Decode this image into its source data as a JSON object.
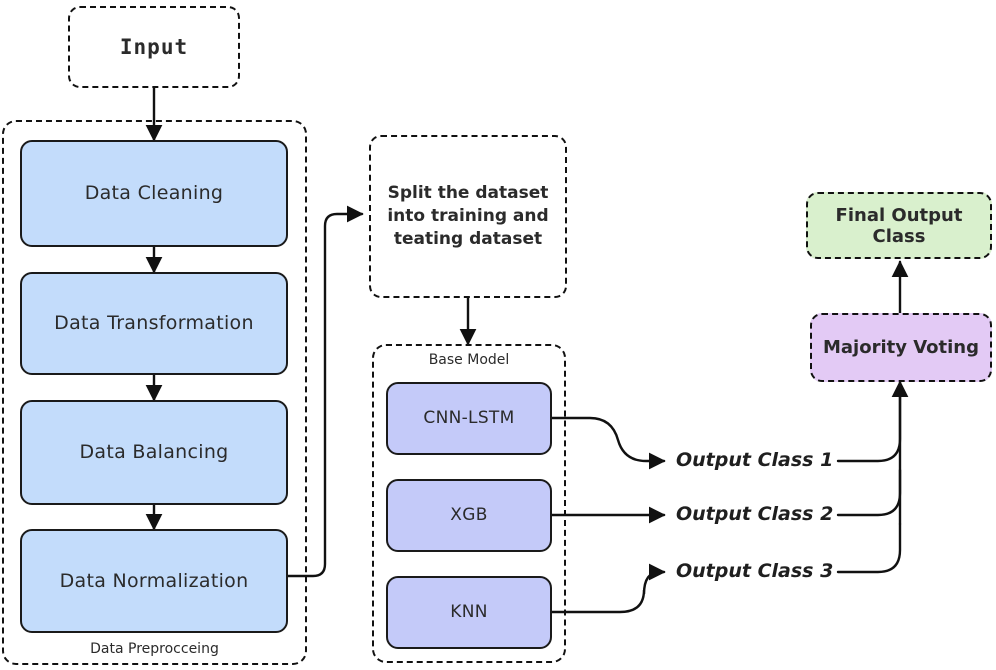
{
  "diagram": {
    "title": "Machine Learning Ensemble Pipeline Flowchart",
    "colors": {
      "process_blue": "#c3dcfb",
      "model_periwinkle": "#c4caf9",
      "final_green": "#d9f0cd",
      "voting_purple": "#e3caf5",
      "stroke": "#111111",
      "background": "#ffffff"
    }
  },
  "input": {
    "label": "Input"
  },
  "preprocessing": {
    "caption": "Data Preprocceing",
    "steps": [
      {
        "label": "Data Cleaning"
      },
      {
        "label": "Data Transformation"
      },
      {
        "label": "Data Balancing"
      },
      {
        "label": "Data Normalization"
      }
    ]
  },
  "split": {
    "line1": "Split the dataset",
    "line2": "into training and",
    "line3": "teating dataset"
  },
  "base_model": {
    "caption": "Base Model",
    "models": [
      {
        "label": "CNN-LSTM"
      },
      {
        "label": "XGB"
      },
      {
        "label": "KNN"
      }
    ]
  },
  "outputs": [
    {
      "label": "Output Class 1"
    },
    {
      "label": "Output Class 2"
    },
    {
      "label": "Output Class 3"
    }
  ],
  "voting": {
    "label": "Majority Voting"
  },
  "final": {
    "label": "Final Output Class"
  }
}
